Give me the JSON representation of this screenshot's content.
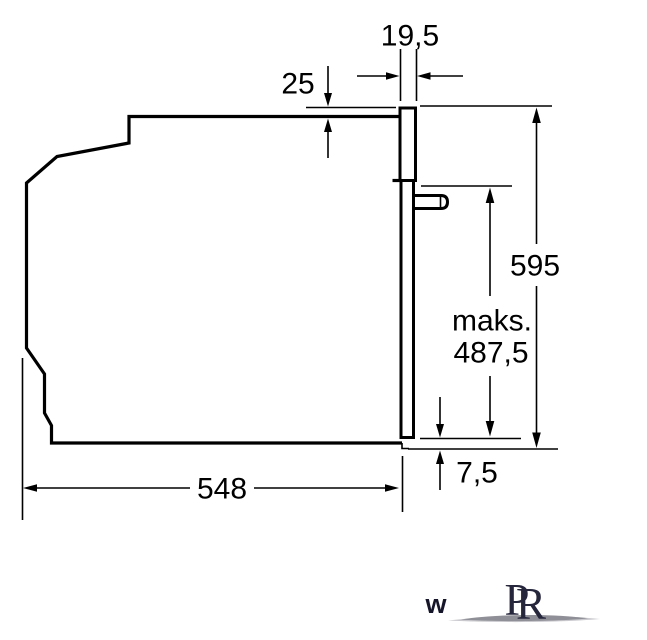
{
  "drawing": {
    "type": "appliance installation side-view drawing",
    "dimensions": {
      "frame_protrusion": "19,5",
      "top_clearance": "25",
      "front_height": "595",
      "max_label": "maks.",
      "max_value": "487,5",
      "bottom_clearance": "7,5",
      "body_depth": "548"
    }
  },
  "watermark": {
    "letter": "w",
    "logo_p": "P",
    "logo_r": "R"
  },
  "colors": {
    "line": "#000000",
    "background": "#ffffff",
    "logo": "#26263c",
    "swoosh_dark": "#8f8f97",
    "swoosh_light": "#c9c9ce"
  }
}
